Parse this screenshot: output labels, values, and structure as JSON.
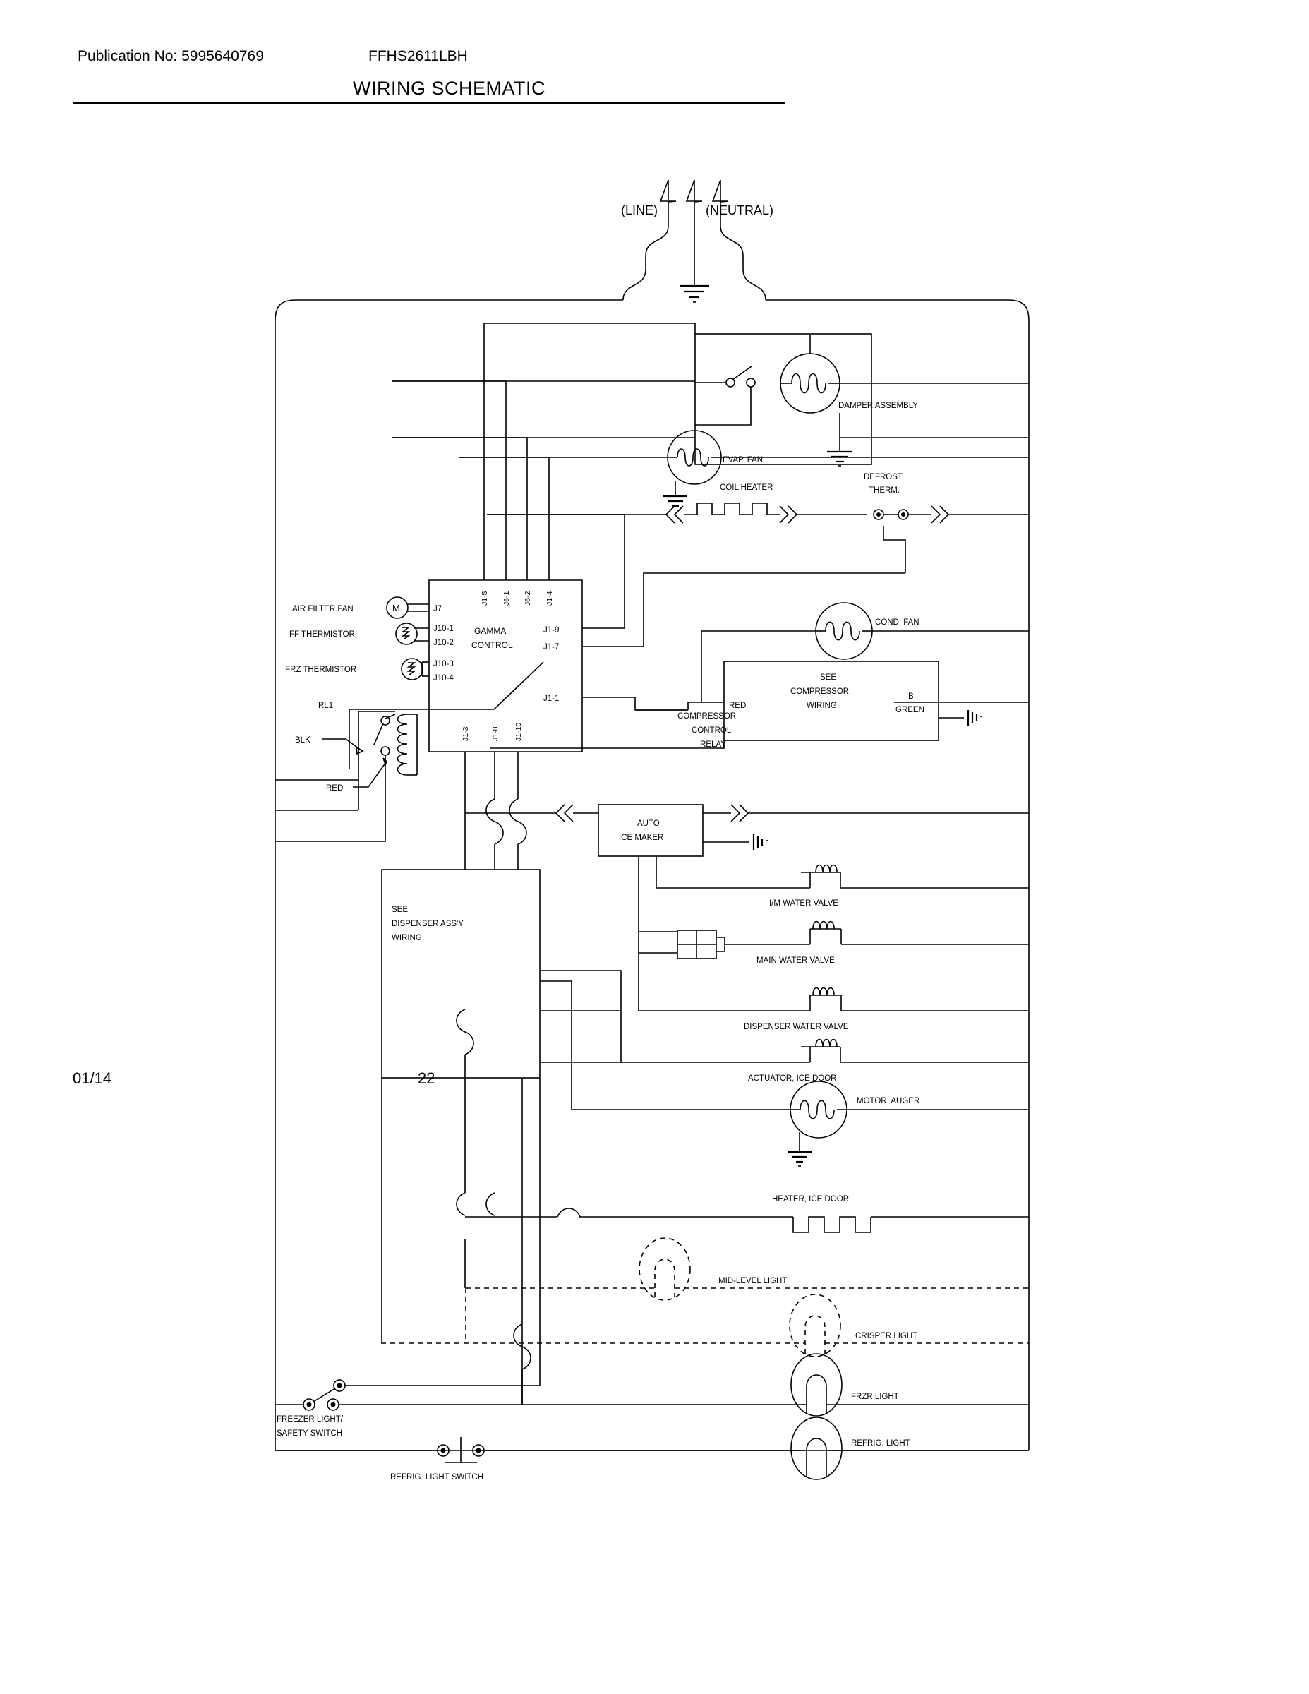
{
  "header": {
    "publication_no": "Publication No: 5995640769",
    "model": "FFHS2611LBH",
    "title": "WIRING SCHEMATIC"
  },
  "footer": {
    "date": "01/14",
    "page": "22"
  },
  "diagram": {
    "type": "wiring-schematic",
    "supply": {
      "line": "(LINE)",
      "neutral": "(NEUTRAL)"
    },
    "control_board": {
      "name": "GAMMA CONTROL",
      "left_pins": [
        "J7",
        "J10-1",
        "J10-2",
        "J10-3",
        "J10-4"
      ],
      "top_pins": [
        "J1-5",
        "J6-1",
        "J6-2",
        "J1-4"
      ],
      "right_pins": [
        "J1-9",
        "J1-7",
        "J1-1"
      ],
      "bottom_pins": [
        "J1-3",
        "J1-8",
        "J1-10"
      ]
    },
    "left_devices": [
      {
        "label": "AIR FILTER FAN",
        "symbol": "motor",
        "pin": "J7"
      },
      {
        "label": "FF THERMISTOR",
        "symbol": "thermistor",
        "pins": [
          "J10-1",
          "J10-2"
        ]
      },
      {
        "label": "FRZ THERMISTOR",
        "symbol": "thermistor",
        "pins": [
          "J10-3",
          "J10-4"
        ]
      }
    ],
    "relay": {
      "name": "RL1",
      "wire_black": "BLK",
      "wire_red": "RED"
    },
    "components": [
      {
        "label": "DAMPER ASSEMBLY",
        "symbol": "motor-coil"
      },
      {
        "label": "EVAP. FAN",
        "symbol": "motor-coil"
      },
      {
        "label": "COIL HEATER",
        "symbol": "heater"
      },
      {
        "label": "DEFROST THERM.",
        "symbol": "thermostat"
      },
      {
        "label": "COND. FAN",
        "symbol": "motor-coil"
      },
      {
        "label": "SEE COMPRESSOR WIRING",
        "symbol": "box"
      },
      {
        "label": "COMPRESSOR CONTROL RELAY",
        "symbol": "relay"
      },
      {
        "label": "AUTO ICE MAKER",
        "symbol": "box"
      },
      {
        "label": "I/M WATER VALVE",
        "symbol": "solenoid"
      },
      {
        "label": "MAIN WATER VALVE",
        "symbol": "solenoid"
      },
      {
        "label": "DISPENSER WATER VALVE",
        "symbol": "solenoid"
      },
      {
        "label": "ACTUATOR, ICE DOOR",
        "symbol": "solenoid"
      },
      {
        "label": "MOTOR, AUGER",
        "symbol": "motor-coil"
      },
      {
        "label": "HEATER, ICE DOOR",
        "symbol": "heater"
      },
      {
        "label": "MID-LEVEL LIGHT",
        "symbol": "lamp-dashed"
      },
      {
        "label": "CRISPER LIGHT",
        "symbol": "lamp-dashed"
      },
      {
        "label": "FRZR LIGHT",
        "symbol": "lamp"
      },
      {
        "label": "REFRIG. LIGHT",
        "symbol": "lamp"
      },
      {
        "label": "SEE DISPENSER ASS'Y WIRING",
        "symbol": "box"
      },
      {
        "label": "FREEZER LIGHT/ SAFETY SWITCH",
        "symbol": "switch"
      },
      {
        "label": "REFRIG. LIGHT SWITCH",
        "symbol": "switch"
      }
    ],
    "compressor_box": {
      "line1": "SEE",
      "line2": "COMPRESSOR",
      "line3": "WIRING",
      "left_wire": "RED",
      "right_top": "B",
      "right_bottom": "GREEN"
    },
    "ice_maker_box": {
      "line1": "AUTO",
      "line2": "ICE MAKER"
    },
    "dispenser_box": {
      "line1": "SEE",
      "line2": "DISPENSER ASS'Y",
      "line3": "WIRING"
    },
    "comp_relay_label": {
      "line1": "COMPRESSOR",
      "line2": "CONTROL",
      "line3": "RELAY"
    },
    "defrost_label": {
      "line1": "DEFROST",
      "line2": "THERM."
    },
    "freezer_switch_label": {
      "line1": "FREEZER LIGHT/",
      "line2": "SAFETY SWITCH"
    },
    "refrig_switch_label": "REFRIG. LIGHT SWITCH",
    "colors": {
      "ink": "#000000",
      "paper": "#ffffff"
    }
  }
}
